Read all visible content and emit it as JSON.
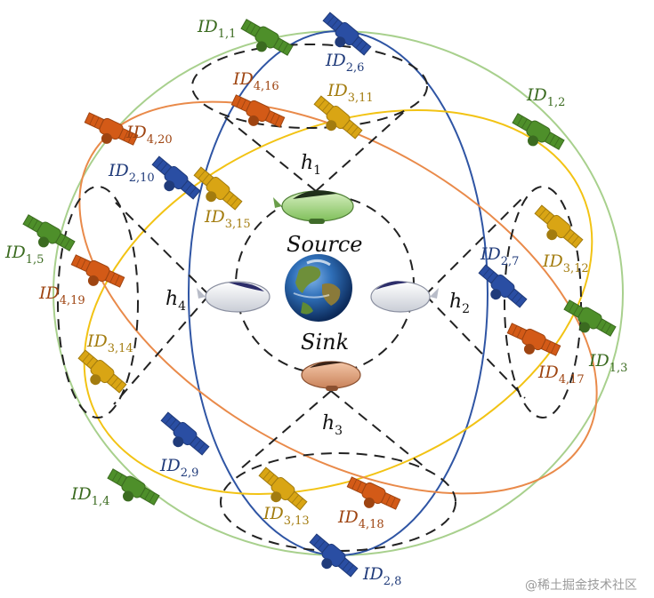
{
  "colors": {
    "orbit1": "#a8d08d",
    "orbit2": "#2f55a4",
    "orbit3": "#f2c314",
    "orbit4": "#e98a4a",
    "sat1": "#4e8f2a",
    "sat2": "#2a4ea3",
    "sat3": "#d9a514",
    "sat4": "#d35a17",
    "dash": "#222222"
  },
  "center": {
    "source_label": "Source",
    "sink_label": "Sink"
  },
  "hops": [
    {
      "base": "h",
      "sub": "1"
    },
    {
      "base": "h",
      "sub": "2"
    },
    {
      "base": "h",
      "sub": "3"
    },
    {
      "base": "h",
      "sub": "4"
    }
  ],
  "satellites": [
    {
      "base": "ID",
      "sub": "1,1",
      "orbit": 1
    },
    {
      "base": "ID",
      "sub": "1,2",
      "orbit": 1
    },
    {
      "base": "ID",
      "sub": "1,3",
      "orbit": 1
    },
    {
      "base": "ID",
      "sub": "1,4",
      "orbit": 1
    },
    {
      "base": "ID",
      "sub": "1,5",
      "orbit": 1
    },
    {
      "base": "ID",
      "sub": "2,6",
      "orbit": 2
    },
    {
      "base": "ID",
      "sub": "2,7",
      "orbit": 2
    },
    {
      "base": "ID",
      "sub": "2,8",
      "orbit": 2
    },
    {
      "base": "ID",
      "sub": "2,9",
      "orbit": 2
    },
    {
      "base": "ID",
      "sub": "2,10",
      "orbit": 2
    },
    {
      "base": "ID",
      "sub": "3,11",
      "orbit": 3
    },
    {
      "base": "ID",
      "sub": "3,12",
      "orbit": 3
    },
    {
      "base": "ID",
      "sub": "3,13",
      "orbit": 3
    },
    {
      "base": "ID",
      "sub": "3,14",
      "orbit": 3
    },
    {
      "base": "ID",
      "sub": "3,15",
      "orbit": 3
    },
    {
      "base": "ID",
      "sub": "4,16",
      "orbit": 4
    },
    {
      "base": "ID",
      "sub": "4,17",
      "orbit": 4
    },
    {
      "base": "ID",
      "sub": "4,18",
      "orbit": 4
    },
    {
      "base": "ID",
      "sub": "4,19",
      "orbit": 4
    },
    {
      "base": "ID",
      "sub": "4,20",
      "orbit": 4
    }
  ],
  "watermark": "@稀土掘金技术社区"
}
